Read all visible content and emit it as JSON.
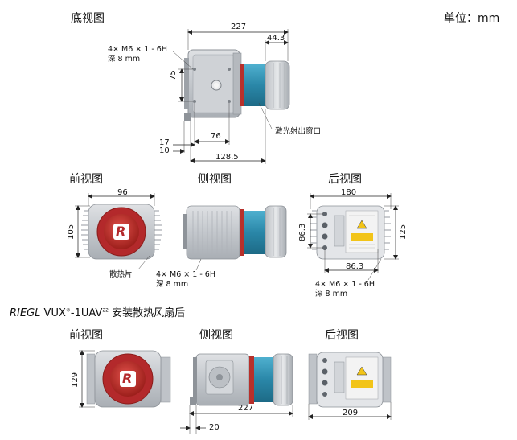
{
  "headings": {
    "bottom_view": "底视图",
    "front_view_1": "前视图",
    "side_view_1": "侧视图",
    "rear_view_1": "后视图",
    "front_view_2": "前视图",
    "side_view_2": "侧视图",
    "rear_view_2": "后视图"
  },
  "unit_label": "单位：mm",
  "section_title": {
    "brand": "RIEGL",
    "model": "VUX",
    "reg_mark": "®",
    "suffix": "-1UAV",
    "superscript": "22",
    "desc": " 安装散热风扇后"
  },
  "bottom_view": {
    "thread_note_line1": "4× M6 × 1 - 6H",
    "thread_note_line2": "深 8 mm",
    "dim_total": "227",
    "dim_window": "44.3",
    "dim_height": "75",
    "dim_76": "76",
    "dim_17": "17",
    "dim_10": "10",
    "dim_128": "128.5",
    "window_label": "激光射出窗口"
  },
  "front_view_1": {
    "dim_width": "96",
    "dim_height": "105",
    "fin_label": "散热片",
    "logo_letter": "R"
  },
  "side_view_1": {
    "thread_note_line1": "4× M6 × 1 - 6H",
    "thread_note_line2": "深 8 mm"
  },
  "rear_view_1": {
    "dim_width": "180",
    "dim_height": "125",
    "dim_86_v": "86.3",
    "dim_86_h": "86.3",
    "thread_note_line1": "4× M6 × 1 - 6H",
    "thread_note_line2": "深 8 mm"
  },
  "front_view_2": {
    "dim_height": "129",
    "logo_letter": "R"
  },
  "side_view_2": {
    "dim_total": "227",
    "dim_20": "20"
  },
  "rear_view_2": {
    "dim_width": "209"
  },
  "colors": {
    "housing": "#c9ccd1",
    "housing_dark": "#9aa0a7",
    "teal": "#2e8fb0",
    "red": "#c4312b",
    "fin": "#b8bcc2"
  }
}
